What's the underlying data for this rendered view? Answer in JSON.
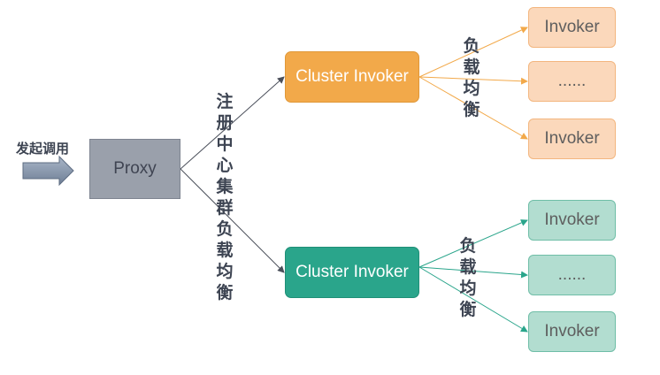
{
  "start_label": "发起调用",
  "proxy_label": "Proxy",
  "registry_cluster_label": "注册中心集群负载均衡",
  "load_balance_label": "负载均衡",
  "clusters": [
    {
      "label": "Cluster Invoker",
      "color": "#f2a94a",
      "invokers": [
        "Invoker",
        "......",
        "Invoker"
      ]
    },
    {
      "label": "Cluster Invoker",
      "color": "#2aa58b",
      "invokers": [
        "Invoker",
        "......",
        "Invoker"
      ]
    }
  ]
}
